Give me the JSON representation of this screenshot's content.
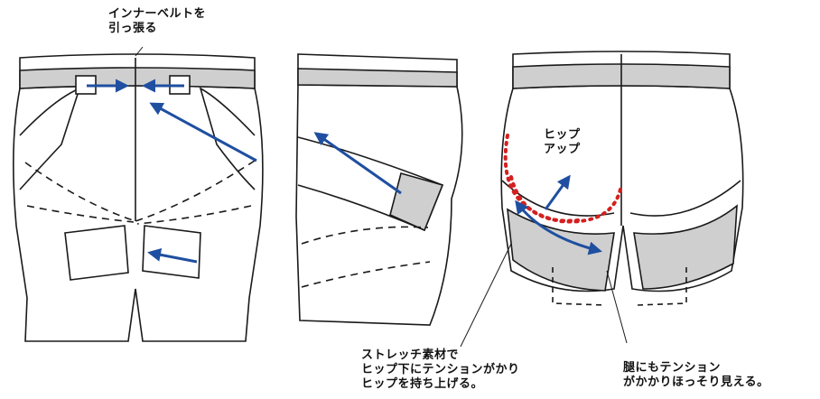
{
  "annotations": {
    "inner_belt": [
      "インナーベルトを",
      "引っ張る"
    ],
    "hip_up": [
      "ヒップ",
      "アップ"
    ],
    "stretch": [
      "ストレッチ素材で",
      "ヒップ下にテンションがかり",
      "ヒップを持ち上げる。"
    ],
    "thigh": [
      "腿にもテンション",
      "がかかりほっそり見える。"
    ]
  },
  "colors": {
    "outline": "#1a1a1a",
    "fill_gray": "#cfcfcf",
    "arrow_blue": "#1f4fa0",
    "dotted_red": "#d42020"
  }
}
